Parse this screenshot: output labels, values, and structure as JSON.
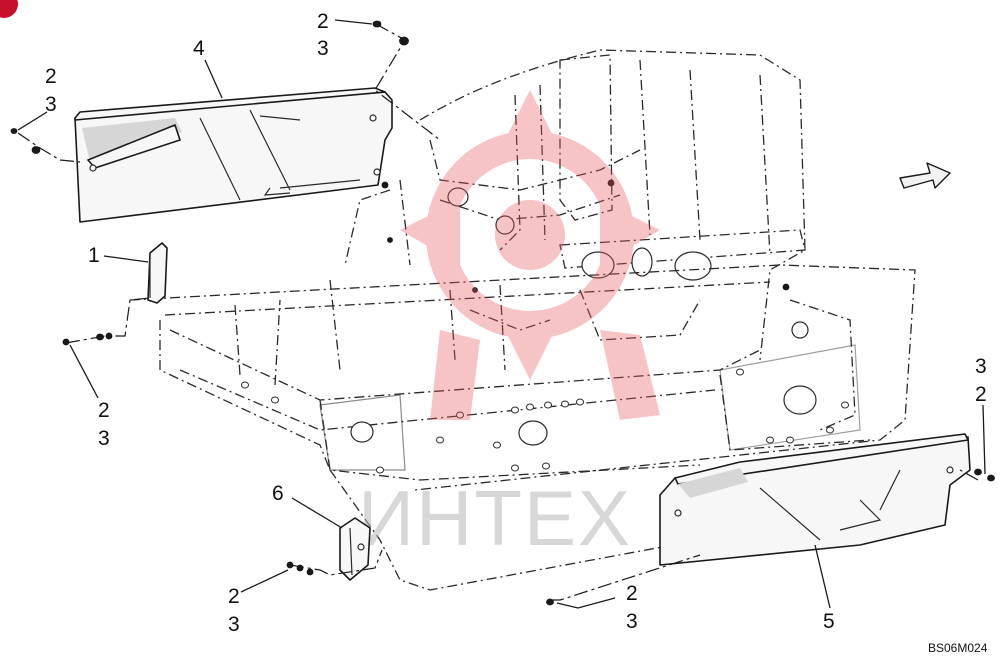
{
  "diagram": {
    "code": "BS06M024",
    "watermark": "ИНТЕХ",
    "callouts": {
      "part1": "1",
      "part4": "4",
      "part5": "5",
      "part6": "6",
      "num2": "2",
      "num3": "3"
    },
    "colors": {
      "watermark": "#e8585a",
      "watermark_text": "#b8b8b8",
      "corner_badge": "#c8102e",
      "line": "#1a1a1a"
    },
    "icons": [
      "direction-arrow-icon",
      "corner-badge-icon"
    ]
  }
}
